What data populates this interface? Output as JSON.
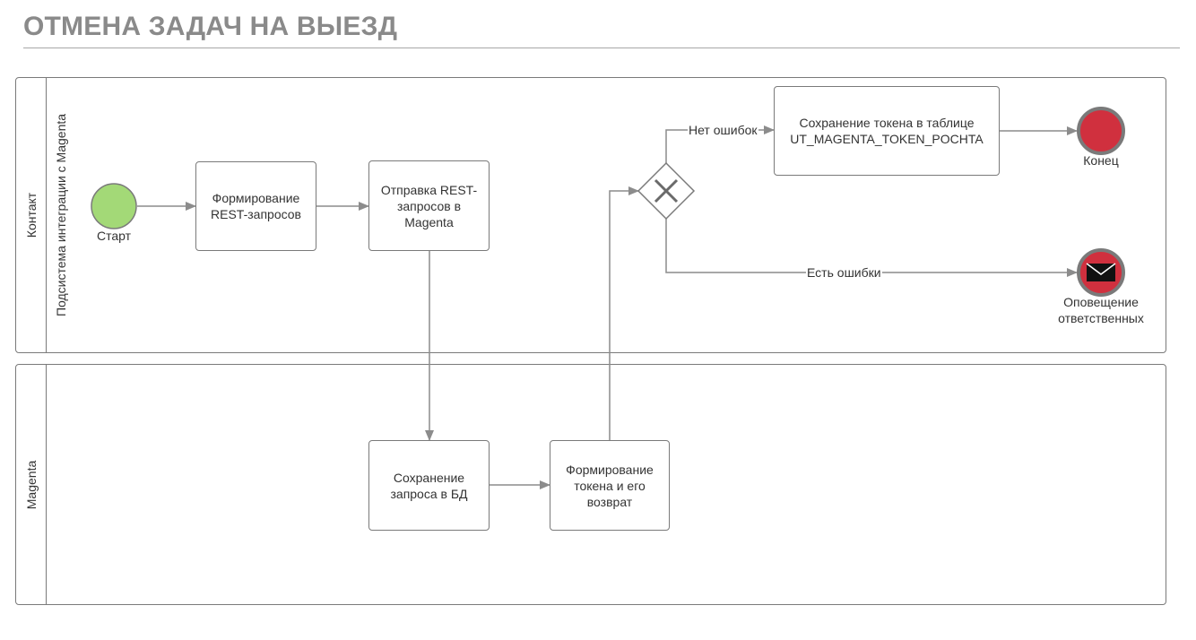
{
  "title": "ОТМЕНА ЗАДАЧ НА ВЫЕЗД",
  "pools": [
    {
      "name": "Контакт",
      "lane": "Подсистема интеграции с Magenta"
    },
    {
      "name": "Magenta"
    }
  ],
  "tasks": {
    "form_requests": "Формирование REST-запросов",
    "send_requests": "Отправка REST-запросов в Magenta",
    "save_request": "Сохранение запроса в БД",
    "form_token": "Формирование токена и его возврат",
    "save_token": "Сохранение токена в таблице UT_MAGENTA_TOKEN_POCHTA"
  },
  "events": {
    "start": "Старт",
    "end": "Конец",
    "notify_line1": "Оповещение",
    "notify_line2": "ответственных"
  },
  "flows": {
    "no_errors": "Нет ошибок",
    "has_errors": "Есть ошибки"
  },
  "colors": {
    "start_fill": "#a3d977",
    "end_fill": "#d0303e",
    "line": "#8c8c8c",
    "border": "#7a7a7a",
    "title": "#8a8a8a"
  }
}
